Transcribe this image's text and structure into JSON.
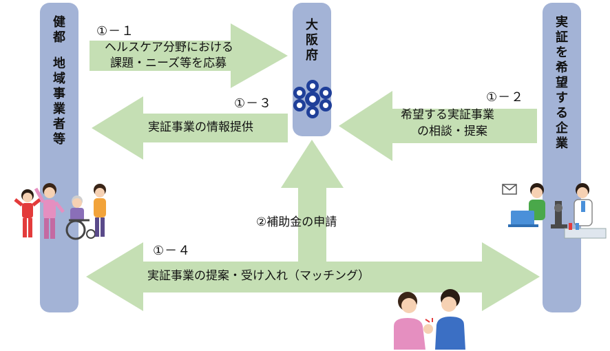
{
  "pillars": {
    "left_line1": "健都",
    "left_line2": "地域事業者等",
    "middle": "大阪府",
    "right": "実証を希望する企業"
  },
  "arrows": {
    "a1": {
      "step": "①－１",
      "line1": "ヘルスケア分野における",
      "line2": "課題・ニーズ等を応募"
    },
    "a2": {
      "step": "①－２",
      "line1": "希望する実証事業",
      "line2": "の相談・提案"
    },
    "a3": {
      "step": "①－３",
      "text": "実証事業の情報提供"
    },
    "a4": {
      "step": "①－４",
      "text": "実証事業の提案・受け入れ（マッチング）"
    },
    "a5": {
      "text": "②補助金の申請"
    }
  },
  "colors": {
    "pillar": "#a3b3d6",
    "arrow": "#c5dfb4",
    "emblem": "#1f3f99"
  },
  "icons": [
    "osaka-emblem-icon",
    "community-people-icon",
    "business-people-icon",
    "handshake-people-icon"
  ]
}
